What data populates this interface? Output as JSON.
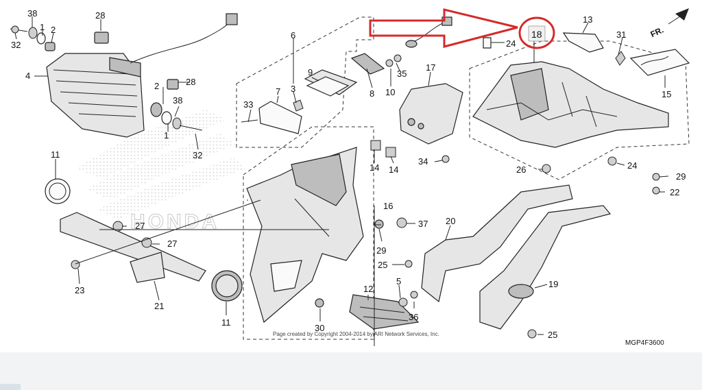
{
  "diagram": {
    "code": "MGP4F3600",
    "copyright": "Page created by Copyright 2004-2014 by ARI Network Services, Inc.",
    "direction_label": "FR.",
    "watermark": "HONDA",
    "highlighted_part": "18",
    "highlight_color": "#d42a2a",
    "callouts": [
      "38",
      "1",
      "2",
      "32",
      "28",
      "4",
      "6",
      "9",
      "7",
      "3",
      "33",
      "8",
      "10",
      "35",
      "17",
      "13",
      "24",
      "18",
      "31",
      "15",
      "2",
      "28",
      "38",
      "1",
      "32",
      "11",
      "27",
      "27",
      "23",
      "21",
      "11",
      "14",
      "14",
      "34",
      "16",
      "37",
      "29",
      "25",
      "5",
      "36",
      "12",
      "30",
      "20",
      "19",
      "25",
      "24",
      "26",
      "29",
      "22"
    ]
  }
}
